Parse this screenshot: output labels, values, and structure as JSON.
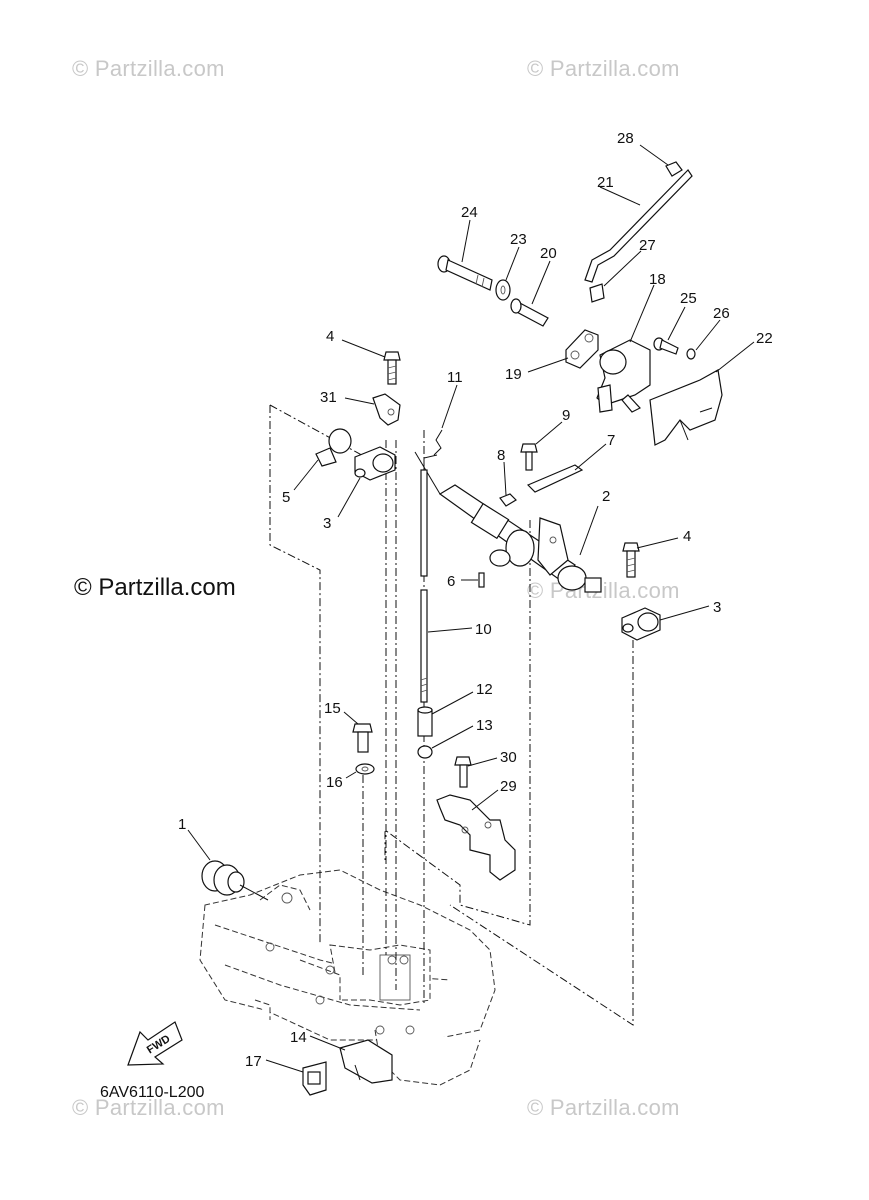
{
  "watermarks": {
    "top_left": "© Partzilla.com",
    "top_right": "© Partzilla.com",
    "middle_left": "© Partzilla.com",
    "middle_right": "© Partzilla.com",
    "bottom_left": "© Partzilla.com",
    "bottom_right": "© Partzilla.com"
  },
  "main_watermark": "© Partzilla.com",
  "diagram_code": "6AV6110-L200",
  "fwd_label": "FWD",
  "callouts": {
    "c1": "1",
    "c2": "2",
    "c3a": "3",
    "c3b": "3",
    "c4a": "4",
    "c4b": "4",
    "c5": "5",
    "c6": "6",
    "c7": "7",
    "c8": "8",
    "c9": "9",
    "c10": "10",
    "c11": "11",
    "c12": "12",
    "c13": "13",
    "c14": "14",
    "c15": "15",
    "c16": "16",
    "c17": "17",
    "c18": "18",
    "c19": "19",
    "c20": "20",
    "c21": "21",
    "c22": "22",
    "c23": "23",
    "c24": "24",
    "c25": "25",
    "c26": "26",
    "c27": "27",
    "c28": "28",
    "c29": "29",
    "c30": "30",
    "c31": "31"
  },
  "colors": {
    "line": "#111111",
    "watermark": "#c8c8c8",
    "background": "#ffffff"
  }
}
